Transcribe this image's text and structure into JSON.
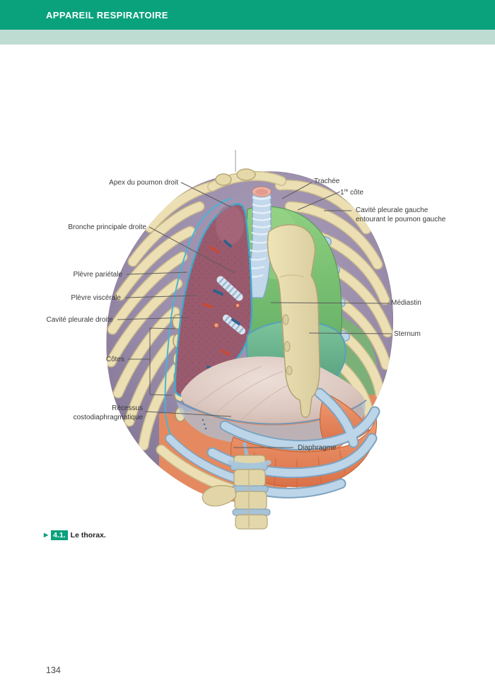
{
  "theme": {
    "green": "#0aa17d",
    "green_light": "#bfdcd2"
  },
  "header": {
    "title": "APPAREIL RESPIRATOIRE"
  },
  "figure": {
    "name": "Le thorax",
    "labels": {
      "apex": {
        "text": "Apex du poumon droit"
      },
      "bronche": {
        "text": "Bronche principale droite"
      },
      "plevre_parietale": {
        "text": "Plèvre pariétale"
      },
      "plevre_viscerale": {
        "text": "Plèvre viscérale"
      },
      "cavite_droite": {
        "text": "Cavité pleurale droite"
      },
      "cotes": {
        "text": "Côtes"
      },
      "recessus": {
        "line1": "Récessus",
        "line2": "costodiaphragmatique"
      },
      "trachee": {
        "text": "Trachée"
      },
      "premiere_cote": {
        "num": "1",
        "sup": "re",
        "rest": " côte"
      },
      "cavite_gauche": {
        "line1": "Cavité pleurale gauche",
        "line2": "entourant le poumon gauche"
      },
      "mediastin": {
        "text": "Médiastin"
      },
      "sternum": {
        "text": "Sternum"
      },
      "diaphragme": {
        "text": "Diaphragme"
      }
    }
  },
  "caption": {
    "marker": "▶",
    "number": "4.1.",
    "text": "Le thorax."
  },
  "page_number": "134"
}
